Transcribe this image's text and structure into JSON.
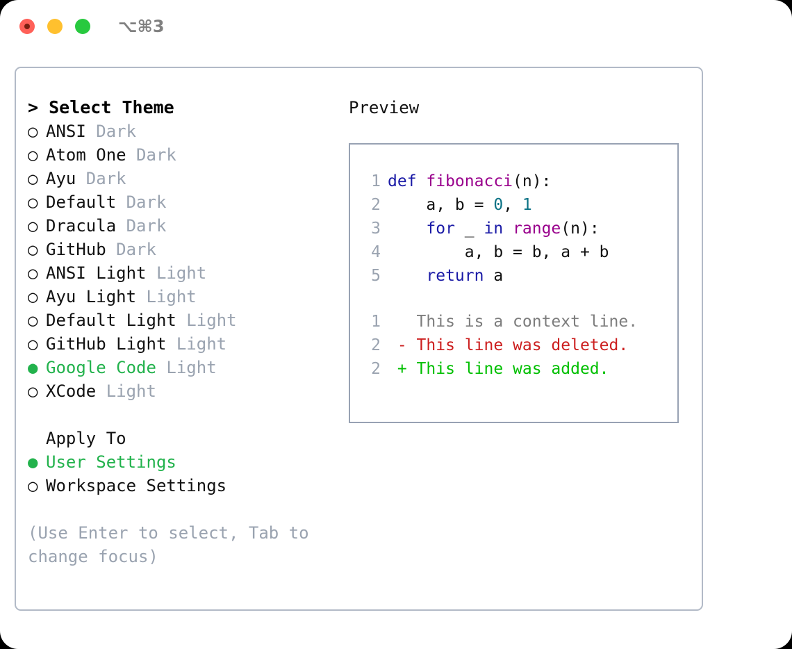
{
  "window": {
    "shortcut": "⌥⌘3",
    "traffic_lights": [
      "close",
      "minimize",
      "maximize"
    ]
  },
  "colors": {
    "selected_green": "#22b24c",
    "muted_gray": "#9aa3b0",
    "panel_border": "#b2bac7",
    "preview_border": "#98a2b3",
    "keyword_blue": "#1a1aa6",
    "function_purple": "#99008c",
    "number_teal": "#0b7285",
    "diff_removed_red": "#cc1f1f",
    "diff_added_green": "#00bf00",
    "shortcut_gray": "#808080"
  },
  "theme_list": {
    "header": "> Select Theme",
    "marker_unselected": "○",
    "marker_selected": "●",
    "items": [
      {
        "name": "ANSI",
        "variant": "Dark",
        "selected": false
      },
      {
        "name": "Atom One",
        "variant": "Dark",
        "selected": false
      },
      {
        "name": "Ayu",
        "variant": "Dark",
        "selected": false
      },
      {
        "name": "Default",
        "variant": "Dark",
        "selected": false
      },
      {
        "name": "Dracula",
        "variant": "Dark",
        "selected": false
      },
      {
        "name": "GitHub",
        "variant": "Dark",
        "selected": false
      },
      {
        "name": "ANSI Light",
        "variant": "Light",
        "selected": false
      },
      {
        "name": "Ayu Light",
        "variant": "Light",
        "selected": false
      },
      {
        "name": "Default Light",
        "variant": "Light",
        "selected": false
      },
      {
        "name": "GitHub Light",
        "variant": "Light",
        "selected": false
      },
      {
        "name": "Google Code",
        "variant": "Light",
        "selected": true
      },
      {
        "name": "XCode",
        "variant": "Light",
        "selected": false
      }
    ]
  },
  "apply_to": {
    "header": "Apply To",
    "items": [
      {
        "name": "User Settings",
        "selected": true
      },
      {
        "name": "Workspace Settings",
        "selected": false
      }
    ]
  },
  "hint": "(Use Enter to select, Tab to change focus)",
  "preview": {
    "header": "Preview",
    "code_lines": [
      {
        "n": "1",
        "tokens": [
          {
            "t": "def ",
            "c": "kw"
          },
          {
            "t": "fibonacci",
            "c": "fn"
          },
          {
            "t": "(n):",
            "c": "plain"
          }
        ]
      },
      {
        "n": "2",
        "tokens": [
          {
            "t": "    a, b = ",
            "c": "plain"
          },
          {
            "t": "0",
            "c": "num"
          },
          {
            "t": ", ",
            "c": "plain"
          },
          {
            "t": "1",
            "c": "num"
          }
        ]
      },
      {
        "n": "3",
        "tokens": [
          {
            "t": "    ",
            "c": "plain"
          },
          {
            "t": "for",
            "c": "kw"
          },
          {
            "t": " _ ",
            "c": "plain"
          },
          {
            "t": "in",
            "c": "kw"
          },
          {
            "t": " ",
            "c": "plain"
          },
          {
            "t": "range",
            "c": "fn"
          },
          {
            "t": "(n):",
            "c": "plain"
          }
        ]
      },
      {
        "n": "4",
        "tokens": [
          {
            "t": "        a, b = b, a + b",
            "c": "plain"
          }
        ]
      },
      {
        "n": "5",
        "tokens": [
          {
            "t": "    ",
            "c": "plain"
          },
          {
            "t": "return",
            "c": "kw"
          },
          {
            "t": " a",
            "c": "plain"
          }
        ]
      }
    ],
    "diff_lines": [
      {
        "n": "1",
        "marker": " ",
        "text": " This is a context line.",
        "c": "ctx"
      },
      {
        "n": "2",
        "marker": "-",
        "text": " This line was deleted.",
        "c": "del"
      },
      {
        "n": "2",
        "marker": "+",
        "text": " This line was added.",
        "c": "add"
      }
    ]
  }
}
